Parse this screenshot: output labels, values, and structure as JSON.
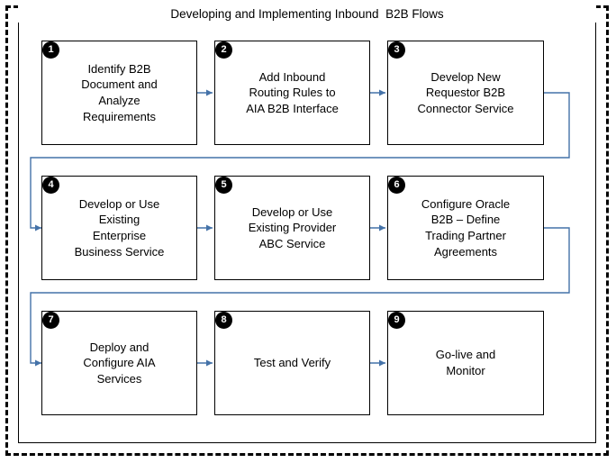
{
  "diagram": {
    "title": "Developing and Implementing Inbound  B2B Flows",
    "accent_color": "#4472a8",
    "line_color": "#000000",
    "bullet_color": "#000000",
    "background": "#ffffff",
    "type": "flowchart",
    "steps": [
      {
        "number": "1",
        "label": "Identify B2B\nDocument and\nAnalyze\nRequirements"
      },
      {
        "number": "2",
        "label": "Add Inbound\nRouting Rules to\nAIA B2B Interface"
      },
      {
        "number": "3",
        "label": "Develop New\nRequestor B2B\nConnector Service"
      },
      {
        "number": "4",
        "label": "Develop or Use\nExisting\nEnterprise\nBusiness Service"
      },
      {
        "number": "5",
        "label": "Develop or Use\nExisting Provider\nABC Service"
      },
      {
        "number": "6",
        "label": "Configure Oracle\nB2B – Define\nTrading Partner\nAgreements"
      },
      {
        "number": "7",
        "label": "Deploy and\nConfigure AIA\nServices"
      },
      {
        "number": "8",
        "label": "Test and Verify"
      },
      {
        "number": "9",
        "label": "Go-live and\nMonitor"
      }
    ]
  }
}
